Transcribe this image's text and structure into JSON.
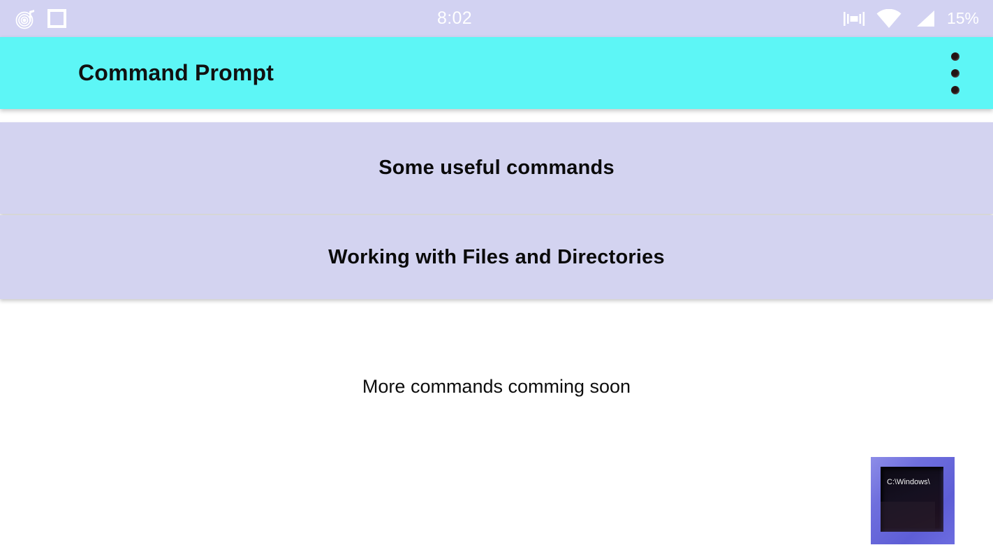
{
  "statusbar": {
    "time": "8:02",
    "battery": "15%",
    "left_icons": [
      {
        "name": "music-note-icon"
      },
      {
        "name": "app-square-icon"
      }
    ],
    "right_icons": [
      {
        "name": "vibrate-icon"
      },
      {
        "name": "wifi-icon"
      },
      {
        "name": "cellular-signal-icon"
      }
    ]
  },
  "appbar": {
    "title": "Command Prompt",
    "overflow_label": "More options",
    "background_color": "#5df6f6"
  },
  "main": {
    "cards": [
      {
        "label": "Some useful commands"
      },
      {
        "label": "Working with Files and Directories"
      }
    ],
    "footer_note": "More commands comming soon",
    "card_color": "#d3d3f0"
  },
  "terminal_icon": {
    "name": "command-prompt-icon",
    "text": "C:\\Windows\\",
    "frame_color": "#6f6fdd",
    "screen_color": "#15101f"
  }
}
